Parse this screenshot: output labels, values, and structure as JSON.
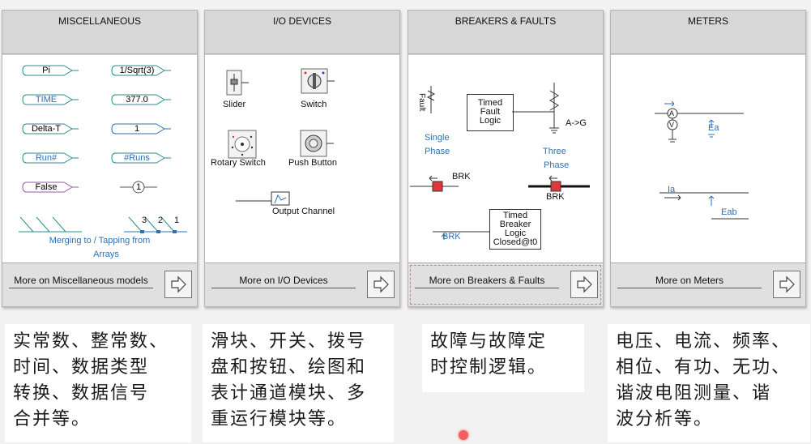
{
  "panels": {
    "misc": {
      "title": "MISCELLANEOUS",
      "tags": {
        "pi": "Pi",
        "sqrt": "1/Sqrt(3)",
        "time": "TIME",
        "val377": "377.0",
        "delta": "Delta-T",
        "one": "1",
        "run": "Run#",
        "runs": "#Runs",
        "false": "False",
        "circle_one": "1"
      },
      "tap_numbers": [
        "3",
        "2",
        "1"
      ],
      "merge_label": "Merging to / Tapping from",
      "merge_label2": "Arrays",
      "more": "More on Miscellaneous models"
    },
    "io": {
      "title": "I/O DEVICES",
      "slider": "Slider",
      "switch": "Switch",
      "rotary": "Rotary Switch",
      "push": "Push Button",
      "output": "Output Channel",
      "more": "More on I/O Devices"
    },
    "breakers": {
      "title": "BREAKERS & FAULTS",
      "fault": "Fault",
      "timed_fault": [
        "Timed",
        "Fault",
        "Logic"
      ],
      "ag": "A->G",
      "single": [
        "Single",
        "Phase"
      ],
      "three": [
        "Three",
        "Phase"
      ],
      "brk1": "BRK",
      "brk2": "BRK",
      "brk3": "BRK",
      "timed_breaker": [
        "Timed",
        "Breaker",
        "Logic",
        "Closed@t0"
      ],
      "more": "More on Breakers & Faults"
    },
    "meters": {
      "title": "METERS",
      "ea": "Ea",
      "ia": "Ia",
      "eab": "Eab",
      "a": "A",
      "v": "V",
      "more": "More on Meters"
    }
  },
  "notes": {
    "n1": "实常数、整常数、\n时间、数据类型\n转换、数据信号\n合并等。",
    "n2": "滑块、开关、拨号\n盘和按钮、绘图和\n表计通道模块、多\n重运行模块等。",
    "n3": "故障与故障定\n时控制逻辑。",
    "n4": "电压、电流、频率、\n相位、有功、无功、\n谐波电阻测量、谐\n波分析等。"
  },
  "colors": {
    "tag_teal": "#2e8b8b",
    "tag_blue": "#2f6fb5",
    "tag_purple": "#9a5aa8",
    "brk_red": "#e0373a",
    "label_blue": "#2f6fb5"
  }
}
